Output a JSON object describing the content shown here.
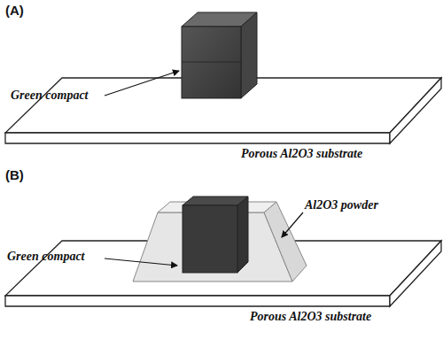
{
  "diagram": {
    "labels": [
      "(A)",
      "Green compact",
      "Porous Al2O3 substrate",
      "(B)",
      "Al2O3 powder",
      "Green compact",
      "Porous Al2O3 substrate"
    ]
  }
}
